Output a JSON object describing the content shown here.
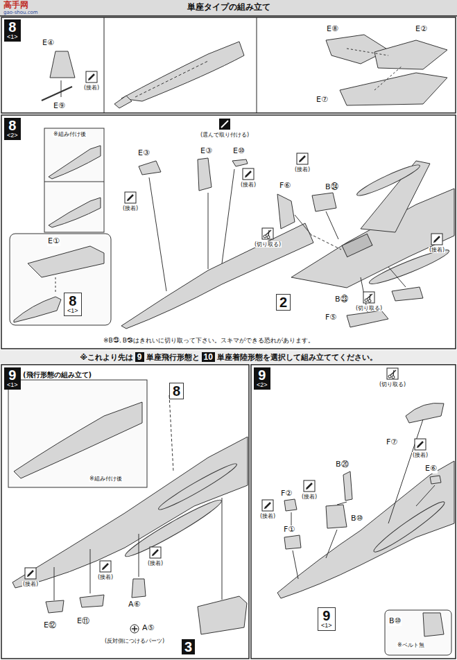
{
  "diagram": {
    "title": "単座タイプの組み立て",
    "nodes": [
      {
        "text": [
          "8",
          "<1>"
        ]
      },
      {
        "text": [
          "8",
          "<2>"
        ]
      },
      {
        "text": [
          "8",
          "<1>"
        ]
      },
      {
        "text": [
          "2"
        ]
      },
      {
        "text": [
          "9"
        ]
      },
      {
        "text": [
          "10"
        ]
      },
      {
        "text": [
          "9",
          "<1>"
        ]
      },
      {
        "text": [
          "8"
        ]
      },
      {
        "text": [
          "3"
        ]
      },
      {
        "text": [
          "9",
          "<2>"
        ]
      },
      {
        "text": [
          "9",
          "<1>"
        ]
      }
    ],
    "labels": [
      "高手网",
      "gao-shou.com",
      "E④",
      "(接着)",
      "E⑨",
      "E⑧",
      "E②",
      "E⑦",
      "※組み付け後",
      "(選んで取り付ける)",
      "E③",
      "E③",
      "E⑩",
      "(接着)",
      "(接着)",
      "E①",
      "F⑥",
      "(接着)",
      "B㉔",
      "(切り取る)",
      "B㉓",
      "(接着)",
      "(切り取る)",
      "F⑤",
      "※B㉓．B㉔はきれいに切り取って下さい。スキマができる恐れがあります。",
      "※これより先は",
      "単座飛行形態と",
      "単座着陸形態を選択して組み立ててください。",
      "(飛行形態の組み立て)",
      "※組み付け後",
      "(接着)",
      "(接着)",
      "(接着)",
      "E⑫",
      "E⑪",
      "A⑥",
      "A⑤",
      "(反対側につけるパーツ)",
      "(切り取る)",
      "F⑦",
      "(接着)",
      "E⑥",
      "B⑳",
      "(接着)",
      "F②",
      "(接着)",
      "F①",
      "B⑩",
      "B⑩",
      "※ベルト無"
    ]
  }
}
